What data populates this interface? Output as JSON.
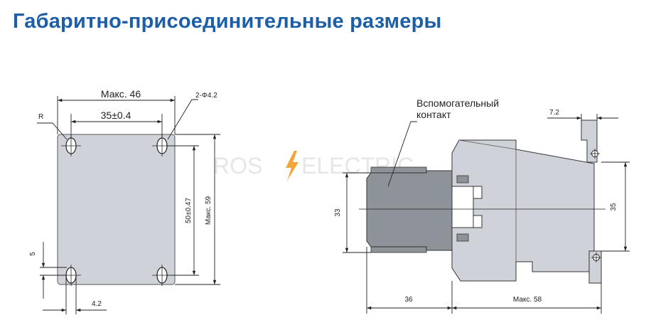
{
  "title": "Габаритно-присоединительные размеры",
  "watermark": {
    "left": "ROS",
    "right": "ELECTRIC",
    "bolt_color": "#f2a53a",
    "text_color": "#e6e6e6"
  },
  "front_view": {
    "overall_width": "Макс. 46",
    "hole_spacing_h": "35±0.4",
    "radius_label": "R",
    "hole_label": "2-Φ4.2",
    "hole_spacing_v": "50±0.47",
    "overall_height": "Макс. 59",
    "offset_v": "5",
    "offset_h": "4.2"
  },
  "side_view": {
    "aux_contact_line1": "Вспомогательный",
    "aux_contact_line2": "контакт",
    "offset_top": "7.2",
    "dim_left_height": "33",
    "dim_right_height": "35",
    "dim_front": "36",
    "dim_overall_depth": "Макс. 58"
  },
  "colors": {
    "title": "#1c5fa8",
    "body_fill": "#cfd3d9",
    "dark_fill": "#8e939a",
    "line": "#222222"
  }
}
